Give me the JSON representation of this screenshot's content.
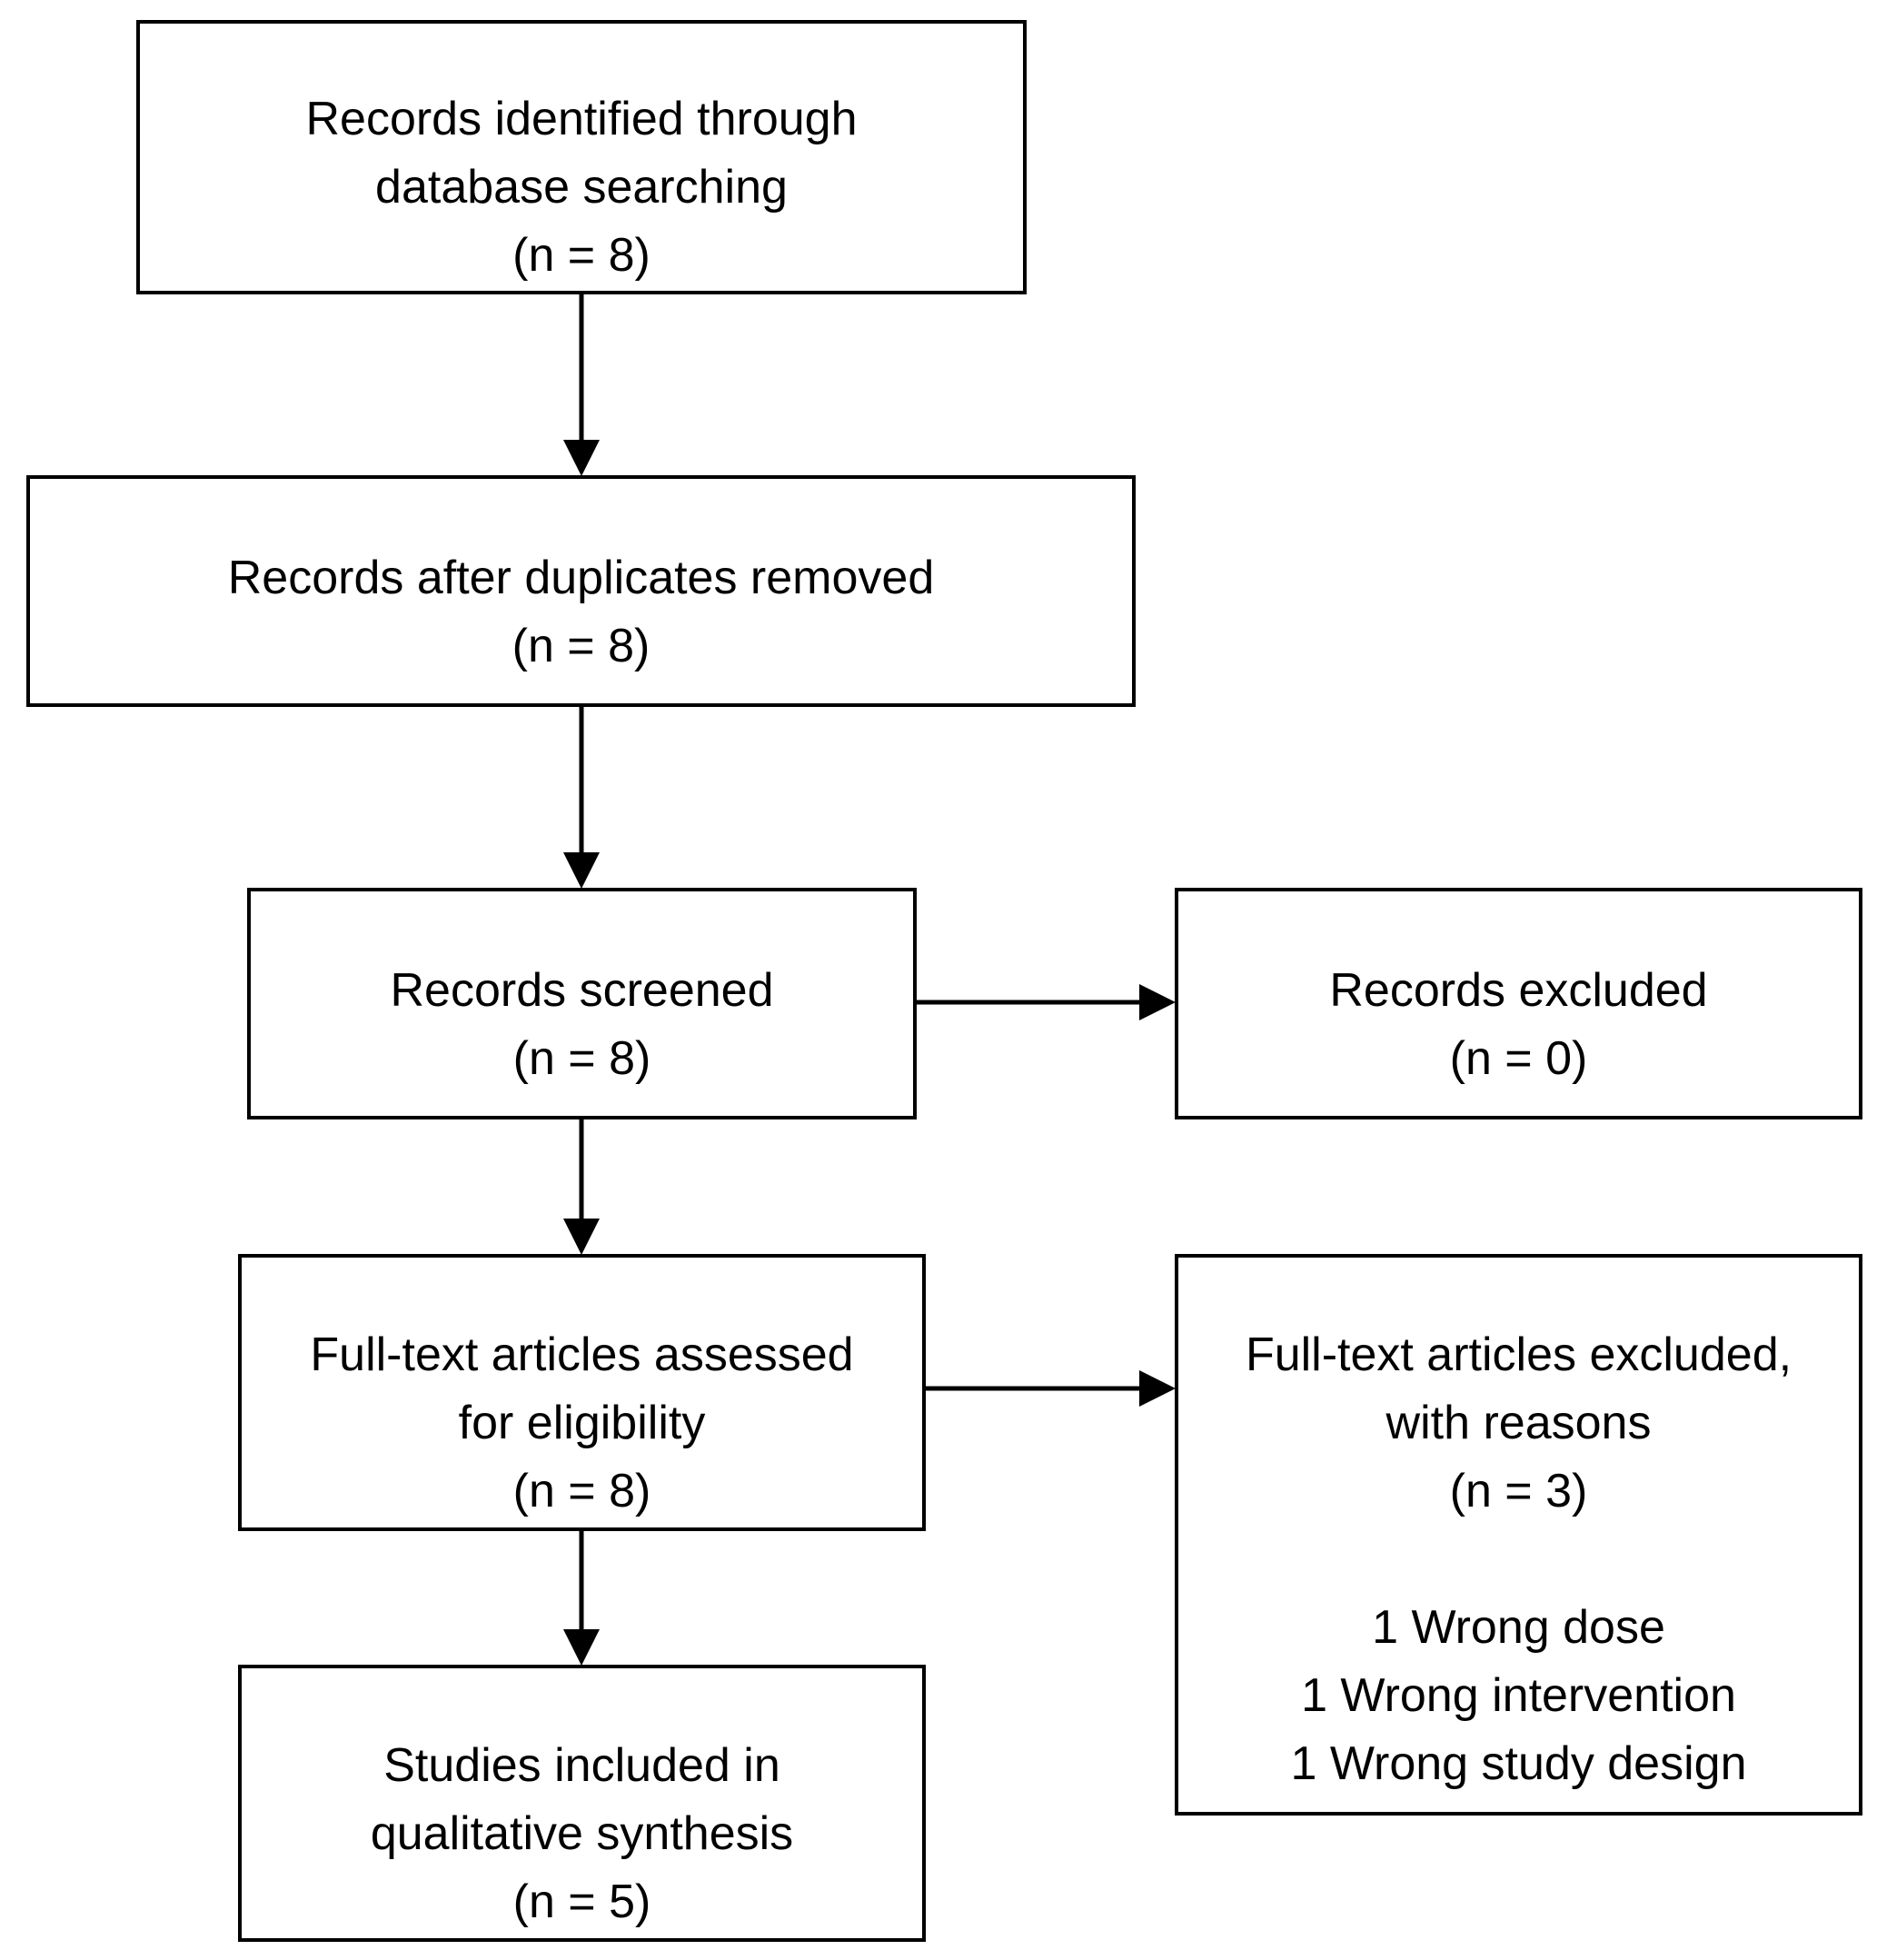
{
  "flowchart": {
    "identified": {
      "lines": [
        "Records identified through",
        "database searching",
        "(n = 8)"
      ]
    },
    "deduplicated": {
      "lines": [
        "Records after duplicates removed",
        "(n = 8)"
      ]
    },
    "screened": {
      "lines": [
        "Records screened",
        "(n = 8)"
      ]
    },
    "excluded": {
      "lines": [
        "Records excluded",
        "(n = 0)"
      ]
    },
    "eligibility": {
      "lines": [
        "Full-text articles assessed",
        "for eligibility",
        "(n = 8)"
      ]
    },
    "fulltext_excluded": {
      "lines": [
        "Full-text articles excluded,",
        "with reasons",
        "(n = 3)"
      ],
      "reasons": [
        "1 Wrong dose",
        "1 Wrong intervention",
        "1 Wrong study design"
      ]
    },
    "included": {
      "lines": [
        "Studies included in",
        "qualitative synthesis",
        "(n = 5)"
      ]
    }
  }
}
